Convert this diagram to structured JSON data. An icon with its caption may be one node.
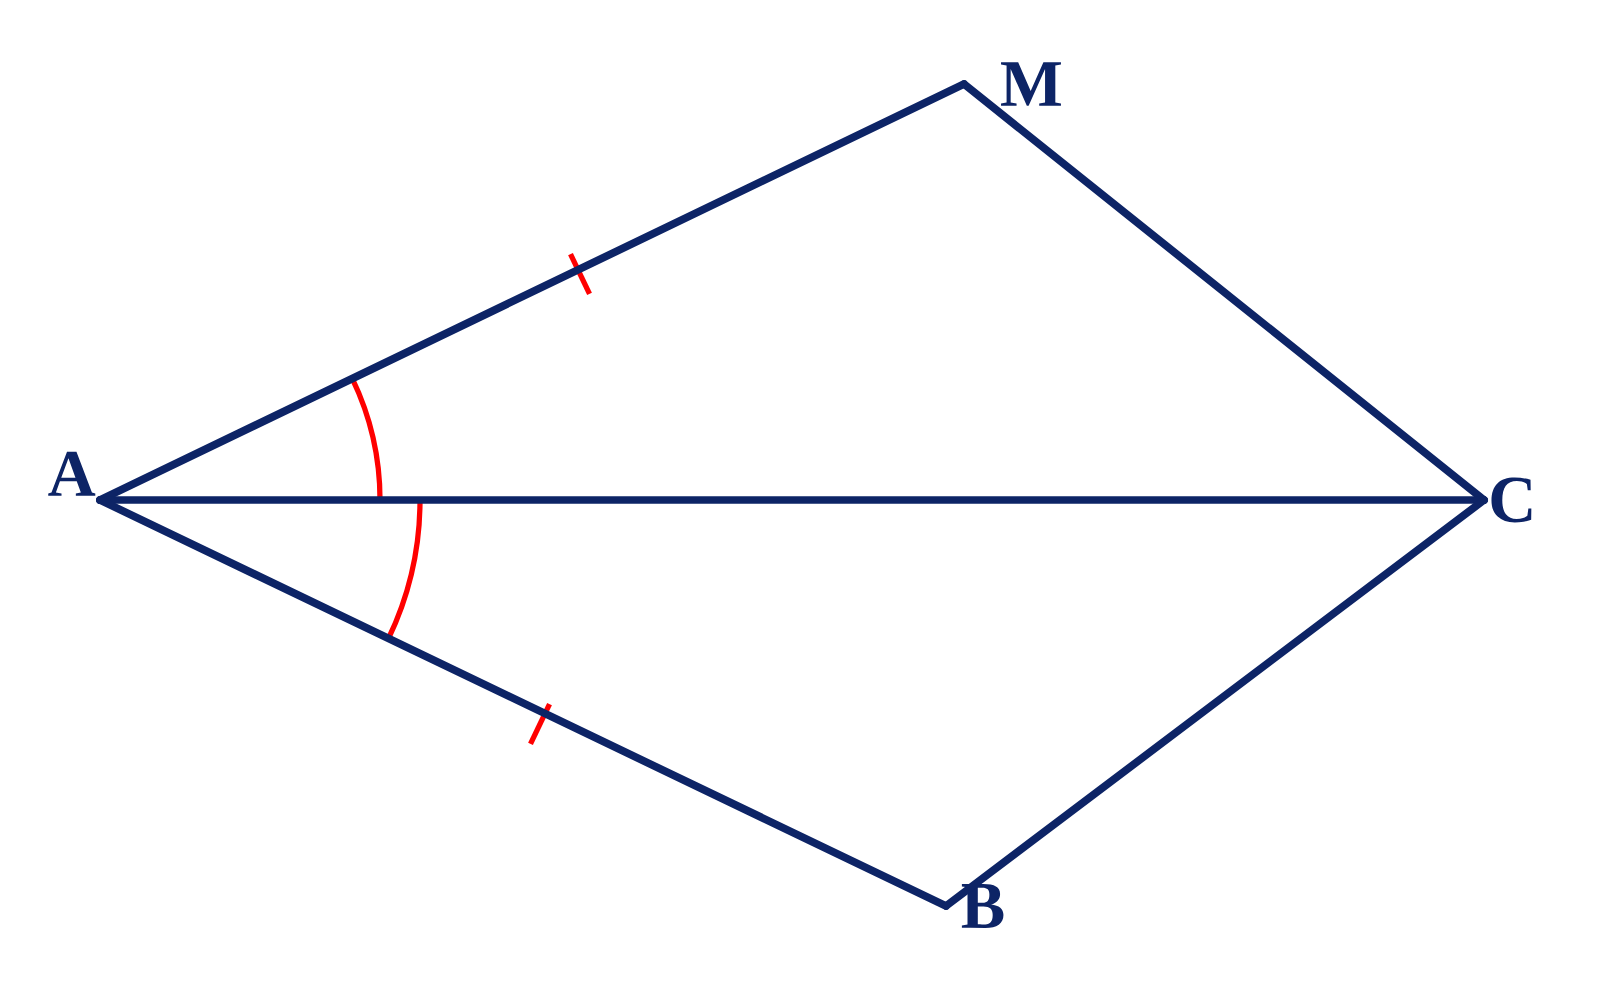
{
  "diagram": {
    "nodes": [
      {
        "text": [
          "A"
        ]
      },
      {
        "text": [
          "M"
        ]
      },
      {
        "text": [
          "C"
        ]
      },
      {
        "text": [
          "B"
        ]
      }
    ],
    "edges": [
      {
        "from": 0,
        "to": 1,
        "arrow": "none"
      },
      {
        "from": 1,
        "to": 2,
        "arrow": "none"
      },
      {
        "from": 0,
        "to": 2,
        "arrow": "none"
      },
      {
        "from": 0,
        "to": 3,
        "arrow": "none"
      },
      {
        "from": 3,
        "to": 2,
        "arrow": "none"
      }
    ]
  }
}
